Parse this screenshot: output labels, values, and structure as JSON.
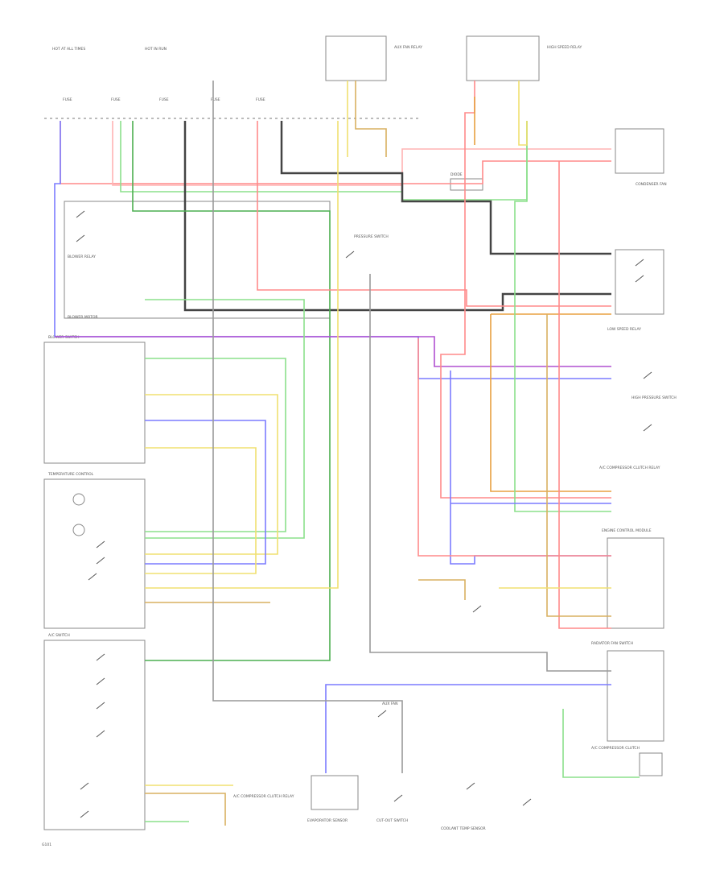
{
  "colors": {
    "red": "#ff8a8a",
    "pink": "#ffb3b3",
    "green": "#8be08b",
    "dark_green": "#4caf50",
    "yellow": "#f0e070",
    "tan": "#d8b060",
    "orange": "#e8a040",
    "blue": "#7c7cff",
    "violet": "#b050d0",
    "black": "#444444",
    "gray": "#999999"
  },
  "labels": {
    "hot_at_all_times": "HOT AT ALL TIMES",
    "hot_in_run": "HOT IN RUN",
    "fuse_a": "FUSE",
    "fuse_b": "FUSE",
    "fuse_c": "FUSE",
    "fuse_d": "FUSE",
    "fuse_e": "FUSE",
    "pressure_switch": "PRESSURE SWITCH",
    "blower_relay": "BLOWER RELAY",
    "diode": "DIODE",
    "blower_motor": "BLOWER MOTOR",
    "low_speed_relay": "LOW SPEED RELAY",
    "high_speed_relay": "HIGH SPEED RELAY",
    "ac_compressor_clutch_relay": "A/C COMPRESSOR CLUTCH RELAY",
    "blower_switch": "BLOWER SWITCH",
    "ac_switch": "A/C SWITCH",
    "temp_control": "TEMPERATURE CONTROL",
    "evaporator_sensor": "EVAPORATOR SENSOR",
    "coolant_temp_sensor": "COOLANT TEMP SENSOR",
    "aux_fan_relay": "AUX FAN RELAY",
    "aux_fan": "AUX FAN",
    "condenser_fan": "CONDENSER FAN",
    "engine_control_module": "ENGINE CONTROL MODULE",
    "radiator_fan_switch": "RADIATOR FAN SWITCH",
    "compressor_clutch": "A/C COMPRESSOR CLUTCH",
    "cut_out_switch": "CUT-OUT SWITCH",
    "high_pressure_switch": "HIGH PRESSURE SWITCH",
    "ground_ref": "G101"
  }
}
